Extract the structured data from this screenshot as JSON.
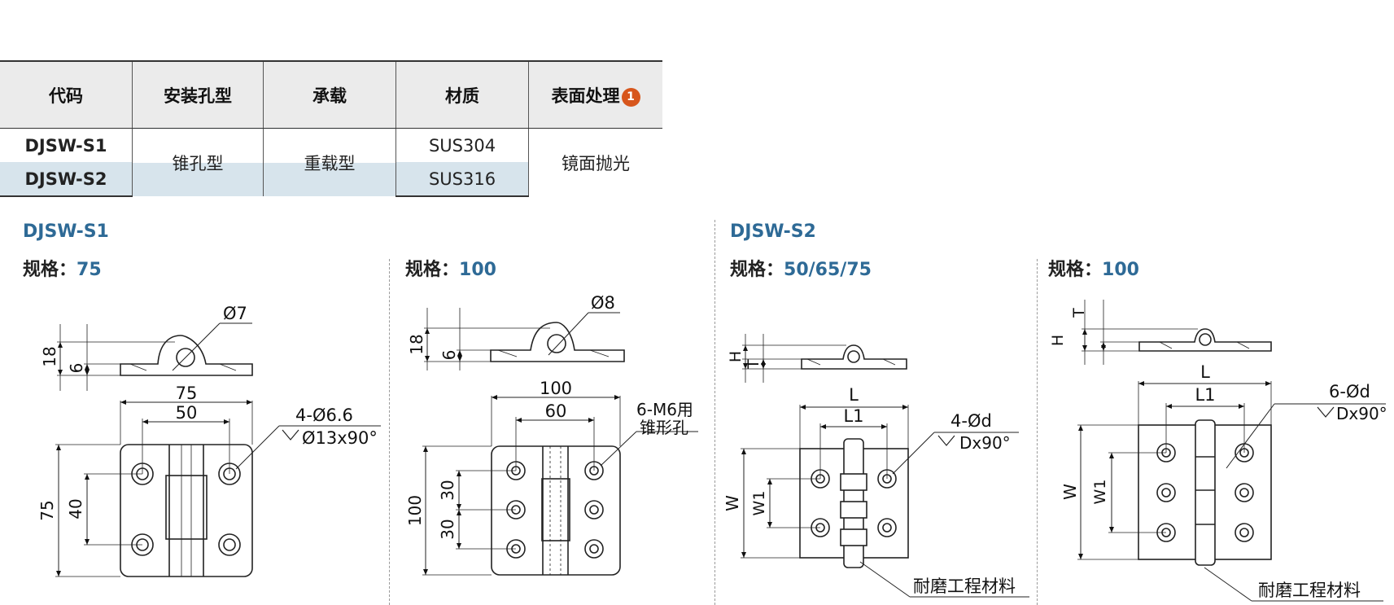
{
  "table": {
    "headers": [
      "代码",
      "安装孔型",
      "承载",
      "材质",
      "表面处理"
    ],
    "header_badge": "1",
    "rows": [
      {
        "code": "DJSW-S1",
        "material": "SUS304"
      },
      {
        "code": "DJSW-S2",
        "material": "SUS316"
      }
    ],
    "hole_type": "锥孔型",
    "load": "重载型",
    "surface": "镜面抛光"
  },
  "sections": {
    "s1": {
      "label": "DJSW-S1"
    },
    "s2": {
      "label": "DJSW-S2"
    }
  },
  "specs": {
    "prefix": "规格：",
    "d1": "75",
    "d2": "100",
    "d3": "50/65/75",
    "d4": "100"
  },
  "drawing1": {
    "dia_top": "Ø7",
    "h_total": "18",
    "h_plate": "6",
    "width": "75",
    "hole_span": "50",
    "holes": "4-Ø6.6",
    "countersink": "Ø13x90°",
    "height": "75",
    "hole_vspan": "40"
  },
  "drawing2": {
    "dia_top": "Ø8",
    "h_total": "18",
    "h_plate": "6",
    "width": "100",
    "hole_span": "60",
    "holes": "6-M6用",
    "holes2": "锥形孔",
    "height": "100",
    "v1": "30",
    "v2": "30"
  },
  "drawing3": {
    "H": "H",
    "T": "T",
    "L": "L",
    "L1": "L1",
    "holes": "4-Ød",
    "countersink": "Dx90°",
    "W": "W",
    "W1": "W1",
    "note": "耐磨工程材料"
  },
  "drawing4": {
    "H": "H",
    "T": "T",
    "L": "L",
    "L1": "L1",
    "holes": "6-Ød",
    "countersink": "Dx90°",
    "W": "W",
    "W1": "W1",
    "note": "耐磨工程材料"
  },
  "colors": {
    "accent": "#2e6a96",
    "badge": "#d7561c",
    "row_highlight": "#d7e4ec",
    "header_bg": "#ebebeb"
  }
}
